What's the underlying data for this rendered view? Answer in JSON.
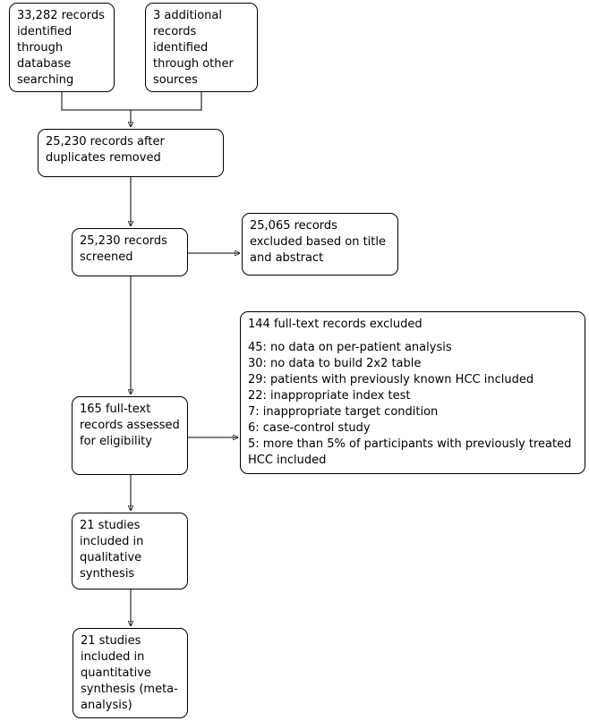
{
  "diagram": {
    "type": "prisma-flowchart",
    "background_color": "#ffffff",
    "box_border_color": "#000000",
    "text_color": "#000000",
    "boxes": {
      "identified_database": {
        "text": "33,282 records identified through database searching"
      },
      "identified_other_sources": {
        "text": "3 additional records identified through other sources"
      },
      "after_duplicates_removed": {
        "text": "25,230 records after duplicates removed"
      },
      "records_screened": {
        "text": "25,230 records screened"
      },
      "excluded_title_abstract": {
        "text": "25,065 records excluded based on title and abstract"
      },
      "assessed_for_eligibility": {
        "text": "165 full-text records assessed for eligibility"
      },
      "fulltext_excluded": {
        "title": "144 full-text records excluded",
        "items": [
          "45: no data on per-patient analysis",
          "30: no data to build 2x2 table",
          "29: patients with previously known HCC included",
          "22: inappropriate index test",
          "7: inappropriate target condition",
          "6: case-control study",
          "5: more than 5% of participants with previously treated HCC included"
        ]
      },
      "qualitative_synthesis": {
        "text": "21 studies included in qualitative synthesis"
      },
      "quantitative_synthesis": {
        "text": "21 studies included in quantitative synthesis (meta-analysis)"
      }
    }
  }
}
